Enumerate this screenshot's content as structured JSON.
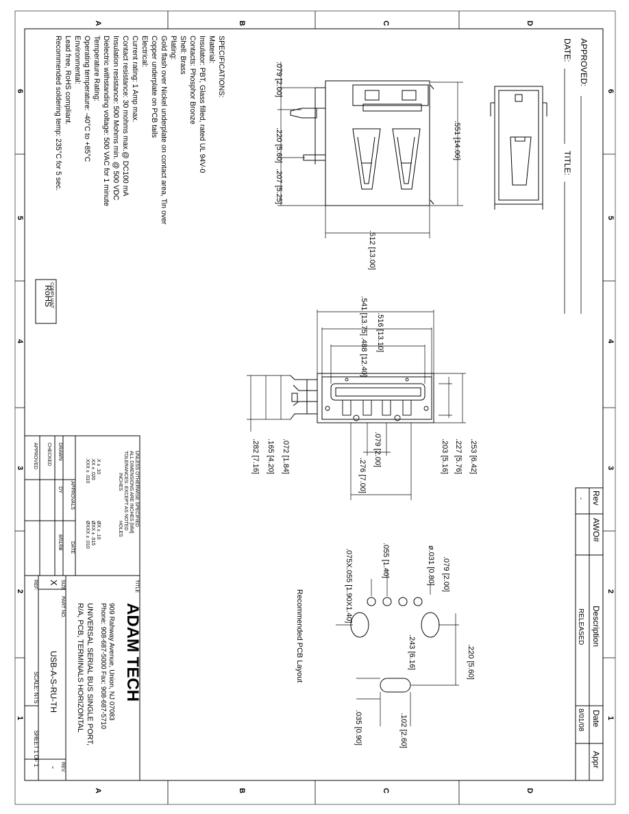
{
  "zones": {
    "letters_vertical": [
      "A",
      "B",
      "C",
      "D"
    ],
    "numbers_horizontal": [
      "6",
      "5",
      "4",
      "3",
      "2",
      "1"
    ]
  },
  "specs": {
    "lines": [
      "SPECIFICATIONS:",
      "Material:",
      "Insulator: PBT, Glass filled, rated UL 94V-0",
      "Contacts: Phosphor Bronze",
      "Shell: Brass",
      "Plating:",
      "Gold flash over Nickel underplate on contact area, Tin over",
      "Copper underplate on PCB tails",
      "Electrical:",
      "Current rating: 1 Amp max.",
      "Contact resistance: 30 mohms max.@ DC100 mA",
      "Insulation resistance: 500 Mohms min. @ 500 VDC",
      "Dielectric withstanding voltage: 500 VAC for 1 minute",
      "Temperature Rating:",
      "Operating temperature: -40°C to +85°C",
      "Environmental:",
      "Lead free, RoHS compliant.",
      "Recommended soldering temp: 235°C for 5 sec."
    ],
    "rohs_line1": "RoHS",
    "rohs_line2": "COMPLIANT"
  },
  "approval": {
    "approved_label": "APPROVED:",
    "date_label": "DATE:",
    "title_label": "TITLE:"
  },
  "revision": {
    "headers": [
      "Rev",
      "AWO#",
      "Description",
      "Date",
      "Appr"
    ],
    "row": [
      "-",
      "",
      "RELEASED",
      "8/01/08",
      ""
    ]
  },
  "dimensions": {
    "top_width": ".551 [14.00]",
    "top_pin_height": ".512 [13.00]",
    "left_079": ".079 [2.00]",
    "left_220": ".220 [5.60]",
    "left_207": ".207 [5.25]",
    "front_541": ".541 [13.75]",
    "front_516": ".516 [13.10]",
    "front_488": ".488 [12.40]",
    "front_253": ".253 [6.42]",
    "front_227": ".227 [5.76]",
    "front_203": ".203 [5.16]",
    "front_079": ".079 [2.00]",
    "front_276": ".276 [7.00]",
    "front_072": ".072 [1.84]",
    "front_165": ".165 [4.20]",
    "front_282": ".282 [7.16]",
    "pcb_title": "Recommended PCB Layout",
    "pcb_031": "ø.031 [0.80]",
    "pcb_079": ".079 [2.00]",
    "pcb_055": ".055 [1.40]",
    "pcb_slot": ".075X.055 [1.90X1.40]",
    "pcb_220": ".220 [5.60]",
    "pcb_243": ".243 [6.16]",
    "pcb_102": ".102 [2.60]",
    "pcb_035": ".035 [0.90]"
  },
  "tolerance": {
    "l1": "UNLESS OTHERWISE SPECIFIED",
    "l2": "ALL DIMENSIONS ARE INCHES [MM]",
    "l3": "TOLERANCES: EXCEPT AS NOTED",
    "inches": "INCHES",
    "holes": "HOLES",
    "x": ".X    ± .10",
    "xx": ".XX   ± .020",
    "xxx": ".XXX  ± .010",
    "hx": "ØX    ± .10",
    "hxx": "ØXX   ± .015",
    "hxxx": "ØXXX  ± .010"
  },
  "titleblock": {
    "approvals": "APPROVALS",
    "date_hdr": "DATE",
    "drawn": "DRAWN",
    "drawn_by": "DY",
    "drawn_date": "8/01/08",
    "checked": "CHECKED",
    "approved": "APPROVED",
    "title_lbl": "TITLE",
    "company": "ADAM TECH",
    "address": "909 Rahway Avenue, Union, NJ 07083",
    "phone": "Phone: 908-687-5000 Fax: 908-687-5710",
    "title1": "UNIVERSAL SERIAL BUS SINGLE PORT,",
    "title2": "R/A, PCB, TERMINALS HORIZONTAL",
    "size_lbl": "SIZE",
    "size": "X",
    "partno_lbl": "PART NO.",
    "partno": "USB-A-S-RU-TH",
    "rev_lbl": "REV.",
    "rev": "-",
    "ref_lbl": "REF:",
    "scale": "SCALE: NTS",
    "sheet": "SHEET 1 OF 1"
  }
}
